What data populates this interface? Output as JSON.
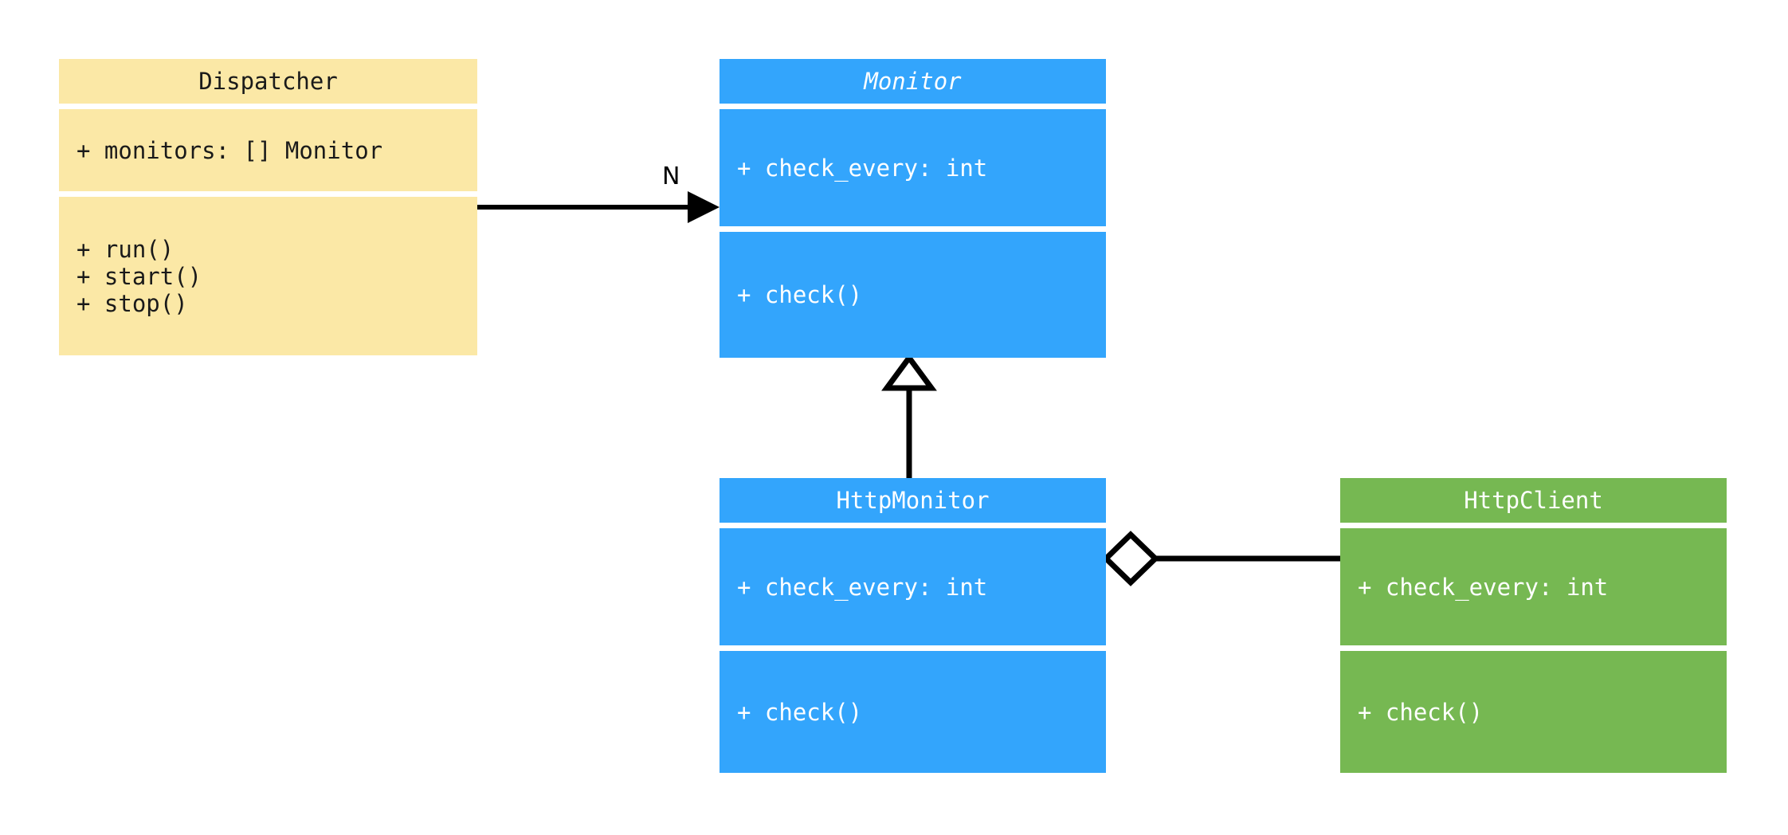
{
  "diagram": {
    "type": "uml-class-diagram",
    "background": "#ffffff",
    "colors": {
      "yellow": "#fbe8a6",
      "blue": "#33a5fc",
      "green": "#76b852",
      "line": "#000000",
      "separator": "#ffffff",
      "dark_text": "#1a1a1a",
      "light_text": "#ffffff"
    }
  },
  "classes": {
    "dispatcher": {
      "name": "Dispatcher",
      "abstract": false,
      "color": "#fbe8a6",
      "attributes": [
        "+ monitors: [] Monitor"
      ],
      "methods": [
        "+ run()",
        "+ start()",
        "+ stop()"
      ]
    },
    "monitor": {
      "name": "Monitor",
      "abstract": true,
      "color": "#33a5fc",
      "attributes": [
        "+ check_every: int"
      ],
      "methods": [
        "+ check()"
      ]
    },
    "http_monitor": {
      "name": "HttpMonitor",
      "abstract": false,
      "color": "#33a5fc",
      "attributes": [
        "+ check_every: int"
      ],
      "methods": [
        "+ check()"
      ]
    },
    "http_client": {
      "name": "HttpClient",
      "abstract": false,
      "color": "#76b852",
      "attributes": [
        "+ check_every: int"
      ],
      "methods": [
        "+ check()"
      ]
    }
  },
  "relationships": [
    {
      "id": "dispatcher-to-monitor",
      "kind": "association",
      "from": "Dispatcher",
      "to": "Monitor",
      "arrow": "filled-open-arrow",
      "label": "N"
    },
    {
      "id": "httpmonitor-to-monitor",
      "kind": "generalization",
      "from": "HttpMonitor",
      "to": "Monitor",
      "arrow": "hollow-triangle",
      "label": ""
    },
    {
      "id": "httpmonitor-to-httpclient",
      "kind": "aggregation",
      "from": "HttpMonitor",
      "to": "HttpClient",
      "arrow": "hollow-diamond",
      "label": ""
    }
  ]
}
